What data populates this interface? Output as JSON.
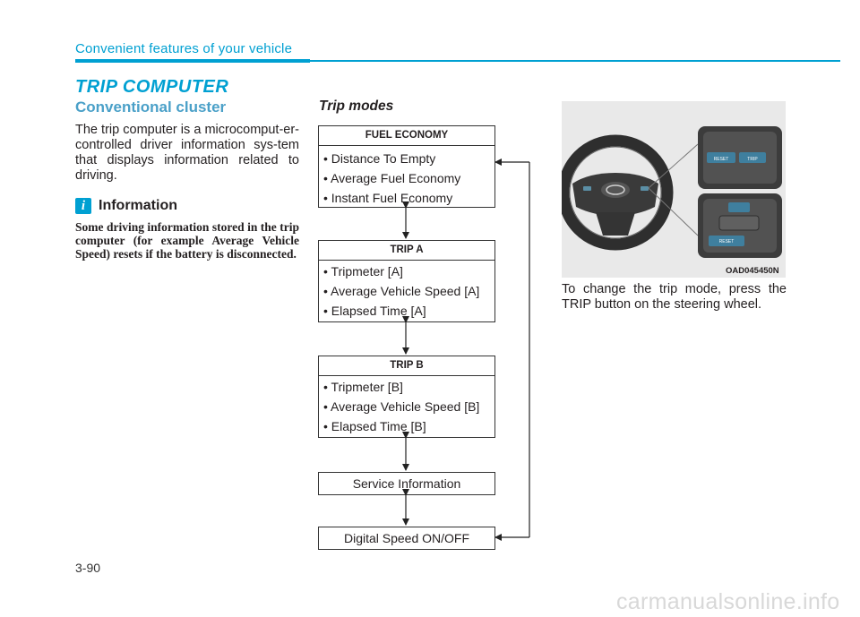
{
  "header": {
    "section": "Convenient features of your vehicle"
  },
  "title": "TRIP COMPUTER",
  "left": {
    "subheading": "Conventional cluster",
    "body": "The trip computer is a microcomput-er-controlled driver information sys-tem that displays information related to driving.",
    "info_heading": "Information",
    "info_body": "Some driving information stored in the trip computer (for example Average Vehicle Speed) resets if the battery is disconnected."
  },
  "trip_modes": {
    "heading": "Trip modes",
    "fuel_economy": {
      "title": "FUEL ECONOMY",
      "items": [
        "• Distance To Empty",
        "• Average Fuel Economy",
        "• Instant Fuel Economy"
      ]
    },
    "trip_a": {
      "title": "TRIP A",
      "items": [
        "• Tripmeter [A]",
        "• Average Vehicle Speed [A]",
        "• Elapsed Time [A]"
      ]
    },
    "trip_b": {
      "title": "TRIP B",
      "items": [
        "• Tripmeter [B]",
        "• Average Vehicle Speed [B]",
        "• Elapsed Time [B]"
      ]
    },
    "service": "Service  Information",
    "digital_speed": "Digital Speed ON/OFF"
  },
  "figure": {
    "code": "OAD045450N",
    "button_labels": [
      "RESET",
      "TRIP",
      "RESET"
    ]
  },
  "right": {
    "text": "To change the trip mode, press the TRIP button on the steering wheel."
  },
  "page_number": "3-90",
  "watermark": "carmanualsonline.info",
  "colors": {
    "accent": "#00a0d2",
    "subheading": "#4aa0c8"
  }
}
